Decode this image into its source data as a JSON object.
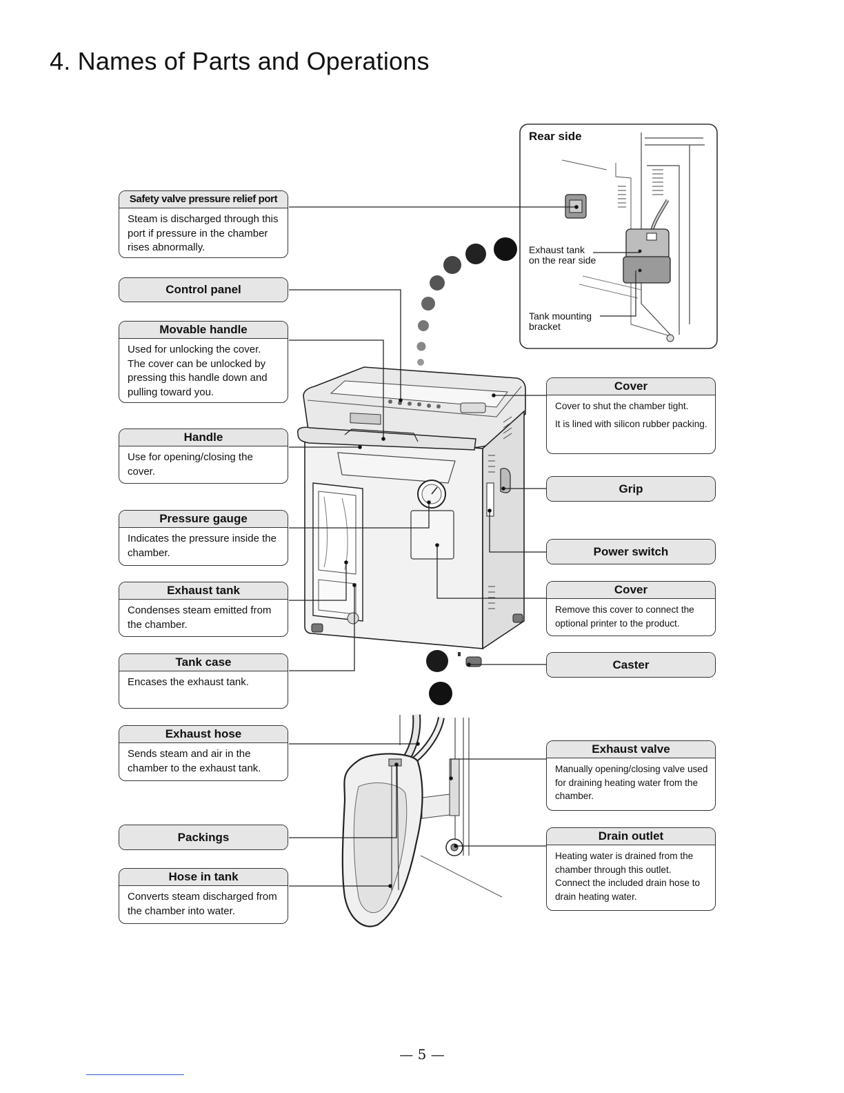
{
  "page": {
    "title": "4. Names of Parts and Operations",
    "page_number": "— 5 —"
  },
  "rear_inset": {
    "title": "Rear side",
    "exhaust_tank_label_1": "Exhaust tank",
    "exhaust_tank_label_2": "on the rear side",
    "bracket_label_1": "Tank mounting",
    "bracket_label_2": "bracket"
  },
  "callouts_left": [
    {
      "title": "Safety valve pressure relief port",
      "body": "Steam is discharged through this port if pressure in the chamber rises abnormally."
    },
    {
      "title": "Control panel",
      "body": ""
    },
    {
      "title": "Movable handle",
      "body": "Used for unlocking the cover. The cover can be unlocked by pressing this handle down and pulling toward you."
    },
    {
      "title": "Handle",
      "body": "Use for opening/closing the cover."
    },
    {
      "title": "Pressure gauge",
      "body": "Indicates the pressure inside the chamber."
    },
    {
      "title": "Exhaust tank",
      "body": "Condenses steam emitted from the chamber."
    },
    {
      "title": "Tank case",
      "body": "Encases the exhaust tank."
    },
    {
      "title": "Exhaust hose",
      "body": "Sends steam and air in the chamber to the exhaust tank."
    },
    {
      "title": "Packings",
      "body": ""
    },
    {
      "title": "Hose in tank",
      "body": "Converts steam discharged from the chamber into water."
    }
  ],
  "callouts_right": [
    {
      "title": "Cover",
      "body_1": "Cover to shut the chamber tight.",
      "body_2": "It is lined with silicon rubber packing."
    },
    {
      "title": "Grip",
      "body": ""
    },
    {
      "title": "Power switch",
      "body": ""
    },
    {
      "title": "Cover",
      "body": "Remove this cover to connect the optional printer to the product."
    },
    {
      "title": "Caster",
      "body": ""
    },
    {
      "title": "Exhaust valve",
      "body": "Manually opening/closing valve used for draining heating water from the chamber."
    },
    {
      "title": "Drain outlet",
      "body": "Heating water is drained from the chamber through this outlet. Connect the included drain hose to drain heating water."
    }
  ]
}
